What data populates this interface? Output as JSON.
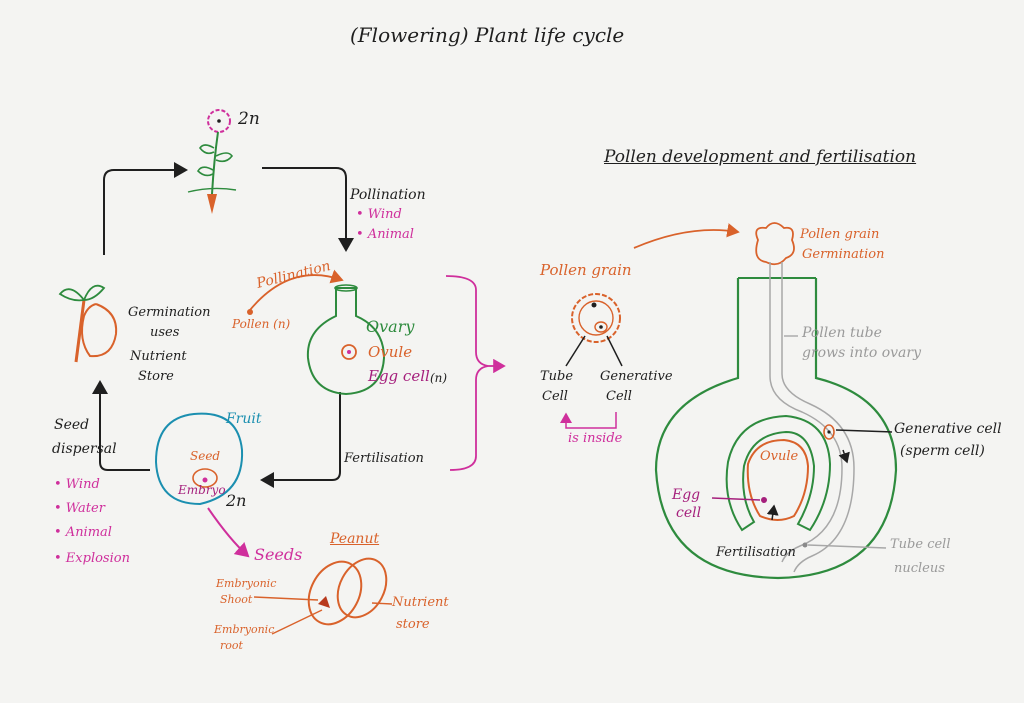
{
  "title": "(Flowering) Plant life cycle",
  "right_title": "Pollen development and fertilisation",
  "cycle": {
    "flower_ploidy": "2n",
    "pollination": "Pollination",
    "pollination_agents": [
      "• Wind",
      "• Animal"
    ],
    "germination": "Germination",
    "uses": "uses",
    "nutrient": "Nutrient",
    "store": "Store",
    "seed": "Seed",
    "dispersal": "dispersal",
    "dispersal_agents": [
      "• Wind",
      "• Water",
      "• Animal",
      "• Explosion"
    ],
    "fertilisation": "Fertilisation"
  },
  "flower_parts": {
    "pollination_arrow_label": "Pollination",
    "pollen": "Pollen (n)",
    "ovary": "Ovary",
    "ovule": "Ovule",
    "egg_cell": "Egg cell",
    "egg_ploidy": "(n)"
  },
  "fruit": {
    "fruit": "Fruit",
    "seed": "Seed",
    "embryo": "Embryo",
    "ploidy": "2n"
  },
  "seeds": {
    "seeds": "Seeds",
    "peanut": "Peanut",
    "embryonic_shoot_1": "Embryonic",
    "embryonic_shoot_2": "Shoot",
    "embryonic_root_1": "Embryonic",
    "embryonic_root_2": "root",
    "nutrient_1": "Nutrient",
    "nutrient_2": "store"
  },
  "pollen_grain": {
    "pollen_grain": "Pollen grain",
    "tube_1": "Tube",
    "tube_2": "Cell",
    "gen_1": "Generative",
    "gen_2": "Cell",
    "is_inside": "is inside"
  },
  "fertilisation_diagram": {
    "pg_germ_1": "Pollen grain",
    "pg_germ_2": "Germination",
    "tube_grows_1": "Pollen tube",
    "tube_grows_2": "grows into ovary",
    "gen_cell_1": "Generative cell",
    "gen_cell_2": "(sperm cell)",
    "ovule": "Ovule",
    "egg_1": "Egg",
    "egg_2": "cell",
    "fertilisation": "Fertilisation",
    "tube_nucleus_1": "Tube cell",
    "tube_nucleus_2": "nucleus"
  },
  "colors": {
    "black": "#1f1f1f",
    "orange": "#d9622b",
    "green": "#2e8b3e",
    "magenta": "#cf2f9c",
    "teal": "#1b8fb0",
    "grey": "#9a9a9a"
  }
}
